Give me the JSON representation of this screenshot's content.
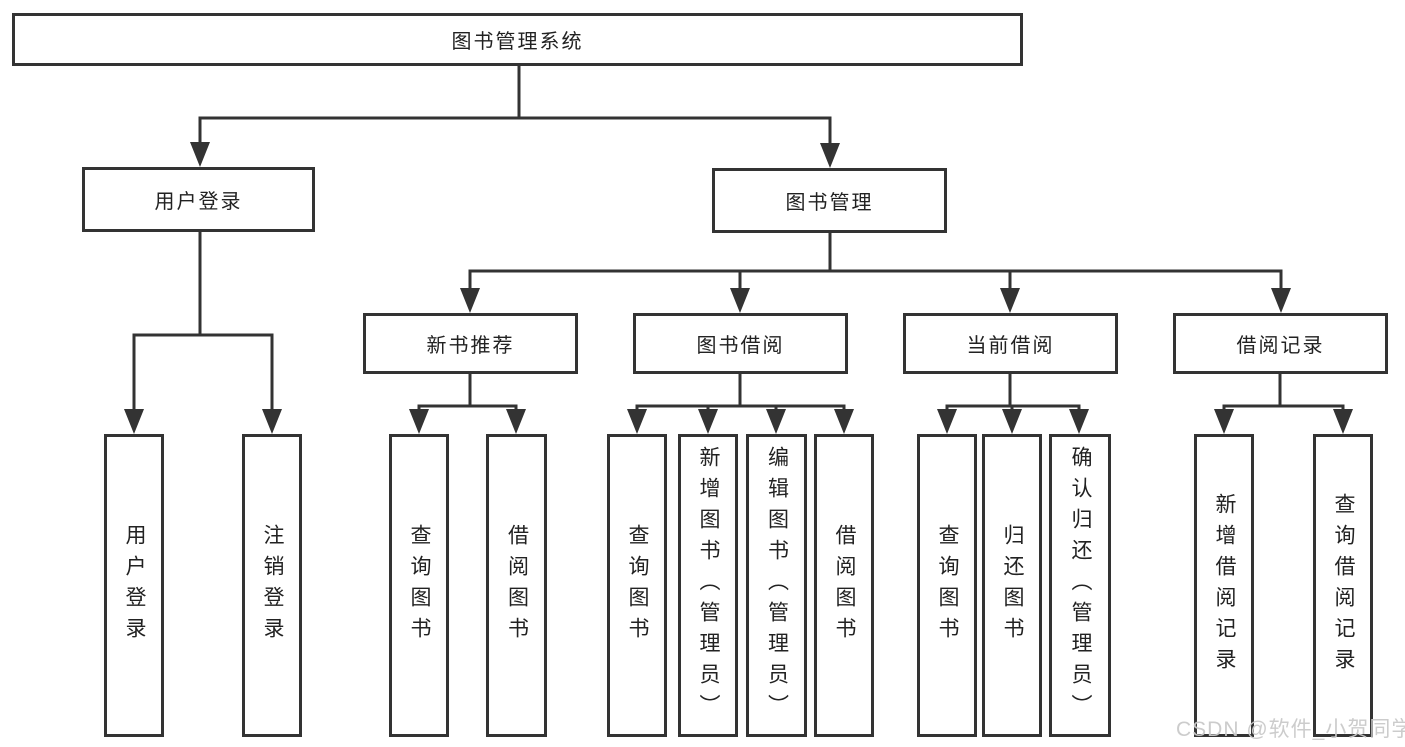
{
  "colors": {
    "line": "#333333",
    "box_border": "#333333",
    "text": "#222222",
    "background": "#ffffff",
    "watermark": "#c9c9c9"
  },
  "watermark": {
    "text": "CSDN @软件_小贺同学"
  },
  "tree": {
    "root": "图书管理系统",
    "user_login": {
      "label": "用户登录",
      "children": [
        "用户登录",
        "注销登录"
      ]
    },
    "book_management": {
      "label": "图书管理",
      "sections": {
        "new_book": {
          "label": "新书推荐",
          "children": [
            "查询图书",
            "借阅图书"
          ]
        },
        "borrow": {
          "label": "图书借阅",
          "children": [
            "查询图书",
            "新增图书（管理员）",
            "编辑图书（管理员）",
            "借阅图书"
          ]
        },
        "current": {
          "label": "当前借阅",
          "children": [
            "查询图书",
            "归还图书",
            "确认归还（管理员）"
          ]
        },
        "records": {
          "label": "借阅记录",
          "children": [
            "新增借阅记录",
            "查询借阅记录"
          ]
        }
      }
    }
  }
}
